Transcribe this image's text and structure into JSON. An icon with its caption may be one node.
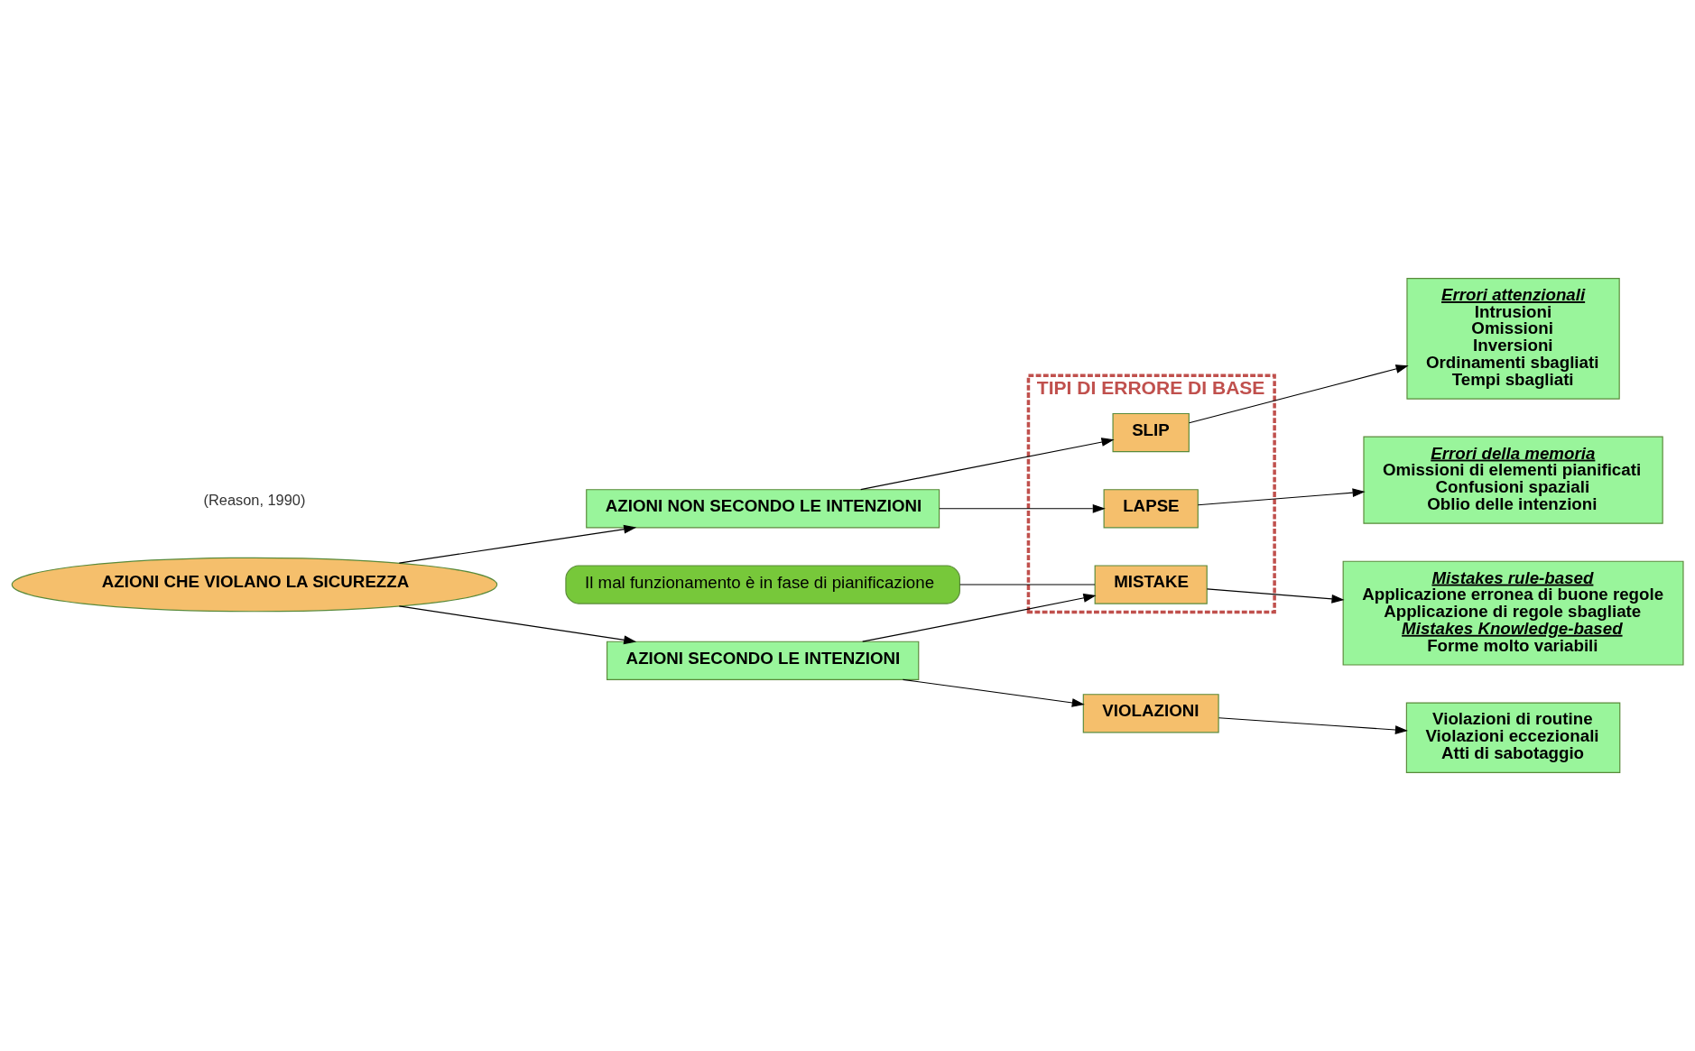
{
  "diagram": {
    "nodes": [
      {
        "text": [
          "AZIONI CHE VIOLANO LA SICUREZZA"
        ]
      },
      {
        "text": [
          "AZIONI NON SECONDO LE INTENZIONI"
        ]
      },
      {
        "text": [
          "AZIONI SECONDO LE INTENZIONI"
        ]
      },
      {
        "text": [
          "TIPI DI ERRORE DI BASE"
        ]
      },
      {
        "text": [
          "SLIP"
        ],
        "in": 3
      },
      {
        "text": [
          "LAPSE"
        ],
        "in": 3
      },
      {
        "text": [
          "MISTAKE"
        ],
        "in": 3
      },
      {
        "text": [
          "VIOLAZIONI"
        ]
      },
      {
        "text": [
          "Errori attenzionali",
          "Intrusioni",
          "Omissioni",
          "Inversioni",
          "Ordinamenti sbagliati",
          "Tempi sbagliati"
        ]
      },
      {
        "text": [
          "Errori della memoria",
          "Omissioni di elementi pianificati",
          "Confusioni spaziali",
          "Oblio delle intenzioni"
        ]
      },
      {
        "text": [
          "Mistakes rule-based",
          "Applicazione erronea di buone regole",
          "Applicazione di regole sbagliate",
          "Mistakes Knowledge-based",
          "Forme molto variabili"
        ]
      },
      {
        "text": [
          "Violazioni di routine",
          "Violazioni eccezionali",
          "Atti di sabotaggio"
        ]
      },
      {
        "text": [
          "Il mal funzionamento è in fase di pianificazione"
        ]
      }
    ],
    "edges": [
      {
        "from": 0,
        "to": 1,
        "arrow": "to"
      },
      {
        "from": 0,
        "to": 2,
        "arrow": "to"
      },
      {
        "from": 1,
        "to": 4,
        "arrow": "to"
      },
      {
        "from": 1,
        "to": 5,
        "arrow": "to"
      },
      {
        "from": 2,
        "to": 6,
        "arrow": "to"
      },
      {
        "from": 2,
        "to": 7,
        "arrow": "to"
      },
      {
        "from": 4,
        "to": 8,
        "arrow": "to"
      },
      {
        "from": 5,
        "to": 9,
        "arrow": "to"
      },
      {
        "from": 6,
        "to": 10,
        "arrow": "to"
      },
      {
        "from": 7,
        "to": 11,
        "arrow": "to"
      },
      {
        "from": 12,
        "to": 6,
        "arrow": "none"
      }
    ],
    "labels": [
      "(Reason, 1990)"
    ]
  }
}
